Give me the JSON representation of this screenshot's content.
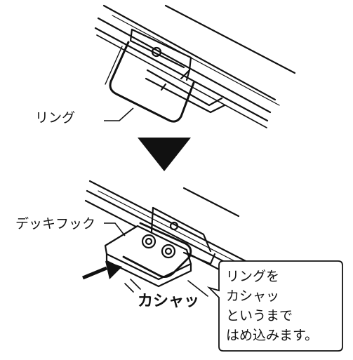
{
  "labels": {
    "ring": "リング",
    "deck_hook": "デッキフック",
    "sound_effect": "カシャッ"
  },
  "callout": {
    "lines": [
      "リングを",
      "カシャッ",
      "というまで",
      "はめ込みます。"
    ]
  }
}
